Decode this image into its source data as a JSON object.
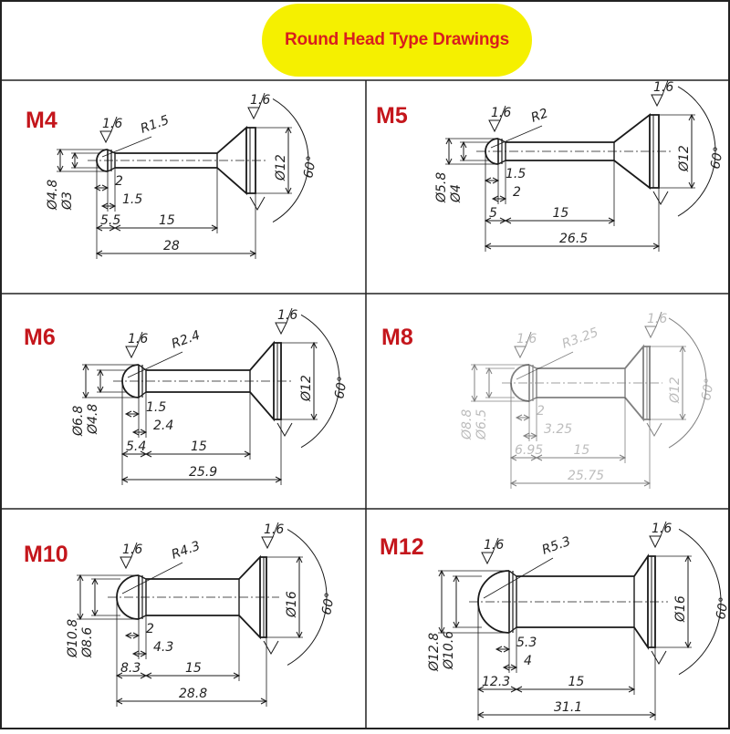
{
  "title": "Round Head Type Drawings",
  "colors": {
    "title_bg": "#f5f000",
    "title_text": "#d81e1e",
    "size_label": "#c4161c",
    "line": "#1a1a1a"
  },
  "panels": [
    {
      "size": "M4",
      "radius": "R1.5",
      "head_dia": "Ø4.8",
      "shank_dia": "Ø3",
      "flange_dia": "Ø12",
      "angle": "60°",
      "head_len": "5.5",
      "shank_len": "15",
      "total_len": "28",
      "dim_a": "2",
      "dim_b": "1.5",
      "roughness": "1.6"
    },
    {
      "size": "M5",
      "radius": "R2",
      "head_dia": "Ø5.8",
      "shank_dia": "Ø4",
      "flange_dia": "Ø12",
      "angle": "60°",
      "head_len": "5",
      "shank_len": "15",
      "total_len": "26.5",
      "dim_a": "1.5",
      "dim_b": "2",
      "roughness": "1.6"
    },
    {
      "size": "M6",
      "radius": "R2.4",
      "head_dia": "Ø6.8",
      "shank_dia": "Ø4.8",
      "flange_dia": "Ø12",
      "angle": "60°",
      "head_len": "5.4",
      "shank_len": "15",
      "total_len": "25.9",
      "dim_a": "1.5",
      "dim_b": "2.4",
      "roughness": "1.6"
    },
    {
      "size": "M8",
      "radius": "R3.25",
      "head_dia": "Ø8.8",
      "shank_dia": "Ø6.5",
      "flange_dia": "Ø12",
      "angle": "60°",
      "head_len": "6.95",
      "shank_len": "15",
      "total_len": "25.75",
      "dim_a": "2",
      "dim_b": "3.25",
      "roughness": "1.6"
    },
    {
      "size": "M10",
      "radius": "R4.3",
      "head_dia": "Ø10.8",
      "shank_dia": "Ø8.6",
      "flange_dia": "Ø16",
      "angle": "60°",
      "head_len": "8.3",
      "shank_len": "15",
      "total_len": "28.8",
      "dim_a": "2",
      "dim_b": "4.3",
      "roughness": "1.6"
    },
    {
      "size": "M12",
      "radius": "R5.3",
      "head_dia": "Ø12.8",
      "shank_dia": "Ø10.6",
      "flange_dia": "Ø16",
      "angle": "60°",
      "head_len": "12.3",
      "shank_len": "15",
      "total_len": "31.1",
      "dim_a": "5.3",
      "dim_b": "4",
      "roughness": "1.6"
    }
  ]
}
